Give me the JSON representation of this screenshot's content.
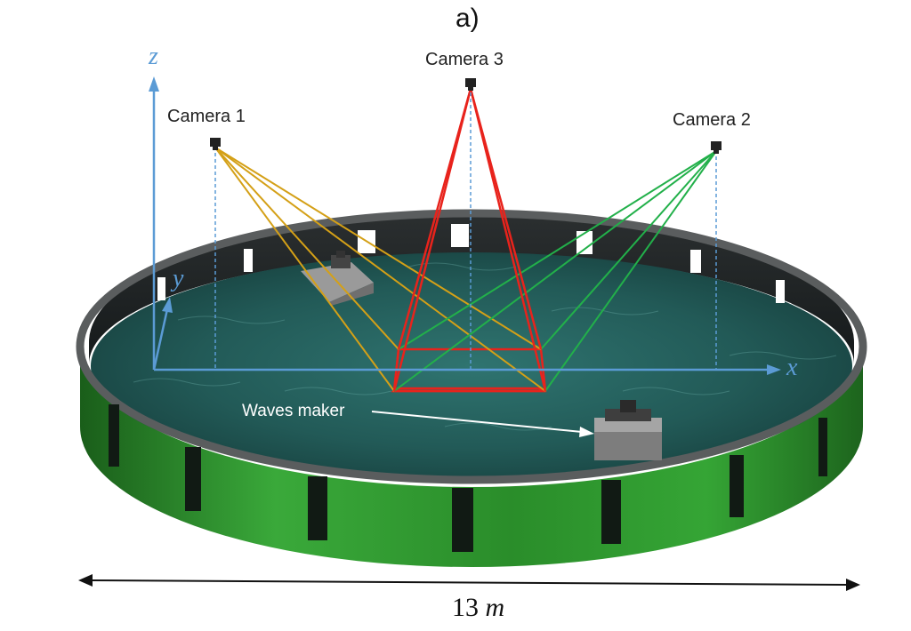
{
  "figure": {
    "panel_label": "a)",
    "cameras": [
      {
        "id": "camera-1",
        "label": "Camera 1"
      },
      {
        "id": "camera-2",
        "label": "Camera 2"
      },
      {
        "id": "camera-3",
        "label": "Camera 3"
      }
    ],
    "axes": {
      "x": "x",
      "y": "y",
      "z": "z"
    },
    "annotation": "Waves maker",
    "dimension": {
      "value": "13",
      "unit": "m"
    },
    "colors": {
      "camera1_rays": "#d4a017",
      "camera2_rays": "#22b04a",
      "camera3_rays": "#e8231c",
      "axes": "#5b9bd5",
      "tank_wall": "#2f9e2f",
      "water": "#1f4f4e"
    }
  }
}
